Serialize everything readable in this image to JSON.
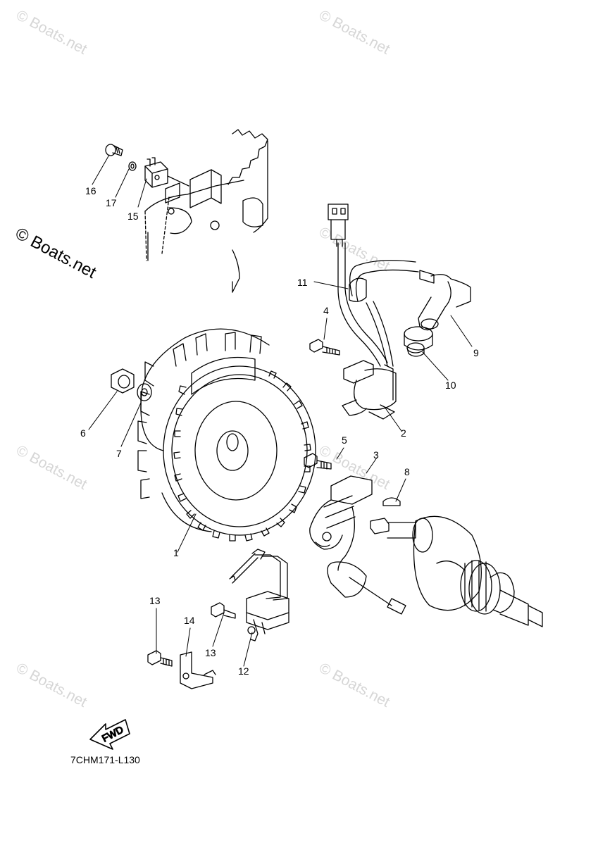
{
  "watermarks": {
    "text": "© Boats.net"
  },
  "callouts": {
    "c1": "1",
    "c2": "2",
    "c3": "3",
    "c4": "4",
    "c5": "5",
    "c6": "6",
    "c7": "7",
    "c8": "8",
    "c9": "9",
    "c10": "10",
    "c11": "11",
    "c12": "12",
    "c13a": "13",
    "c13b": "13",
    "c14": "14",
    "c15": "15",
    "c16": "16",
    "c17": "17"
  },
  "fwd": {
    "label": "FWD"
  },
  "drawing_code": "7CHM171-L130",
  "colors": {
    "line": "#000000",
    "watermark": "#d6d6d6",
    "background": "#ffffff"
  }
}
